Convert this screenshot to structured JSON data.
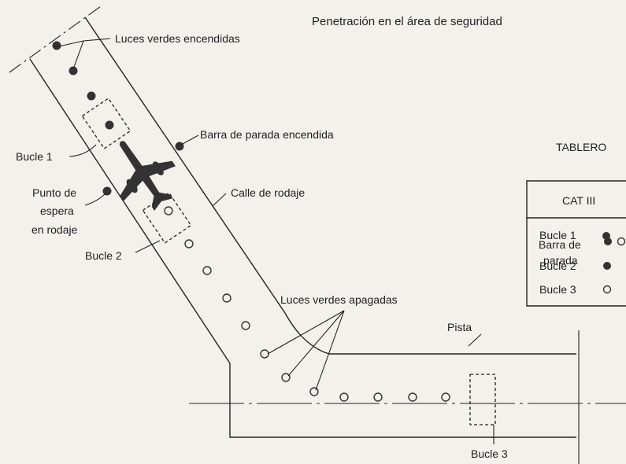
{
  "title": "Penetración en el área de seguridad",
  "labels": {
    "green_lights_on": "Luces verdes encendidas",
    "stop_bar_on": "Barra de parada encendida",
    "loop1": "Bucle 1",
    "holding_point_l1": "Punto de",
    "holding_point_l2": "espera",
    "holding_point_l3": "en rodaje",
    "taxiway": "Calle de rodaje",
    "loop2": "Bucle 2",
    "green_lights_off": "Luces verdes apagadas",
    "runway": "Pista",
    "loop3": "Bucle 3"
  },
  "panel": {
    "title": "TABLERO",
    "header": "CAT III",
    "rows": [
      {
        "label": "Bucle 1",
        "indicator": "on"
      },
      {
        "label_l1": "Barra de",
        "label_l2": "parada",
        "indicator": "on-off"
      },
      {
        "label": "Bucle 2",
        "indicator": "on"
      },
      {
        "label": "Bucle 3",
        "indicator": "off"
      }
    ]
  },
  "colors": {
    "ink": "#222222",
    "paper": "#f3f1ec",
    "light_on": "#333333"
  }
}
